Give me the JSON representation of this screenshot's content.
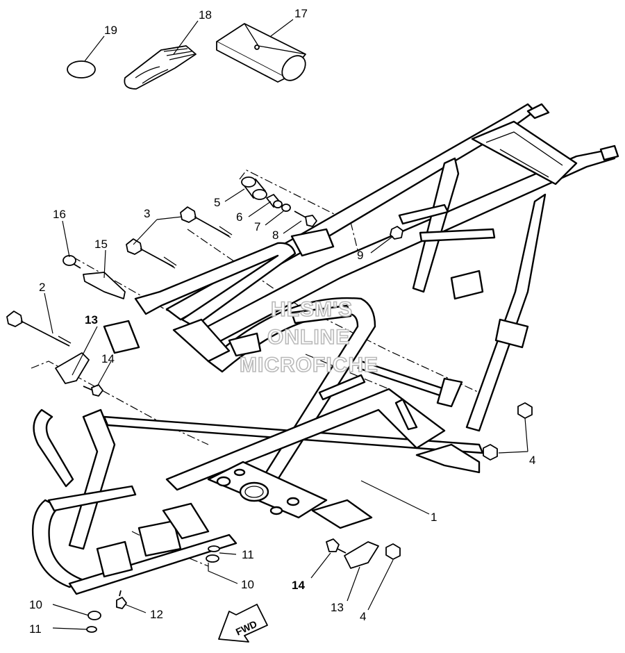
{
  "diagram": {
    "watermark": [
      "HLSM'S",
      "ONLINE",
      "MICROFICHE"
    ],
    "direction_marker": "FWD",
    "callouts": [
      {
        "id": "c1",
        "num": "1"
      },
      {
        "id": "c2",
        "num": "2"
      },
      {
        "id": "c3",
        "num": "3"
      },
      {
        "id": "c4a",
        "num": "4"
      },
      {
        "id": "c4b",
        "num": "4"
      },
      {
        "id": "c5",
        "num": "5"
      },
      {
        "id": "c6",
        "num": "6"
      },
      {
        "id": "c7",
        "num": "7"
      },
      {
        "id": "c8",
        "num": "8"
      },
      {
        "id": "c9",
        "num": "9"
      },
      {
        "id": "c10a",
        "num": "10"
      },
      {
        "id": "c10b",
        "num": "10"
      },
      {
        "id": "c11a",
        "num": "11"
      },
      {
        "id": "c11b",
        "num": "11"
      },
      {
        "id": "c12",
        "num": "12"
      },
      {
        "id": "c13a",
        "num": "13"
      },
      {
        "id": "c13b",
        "num": "13"
      },
      {
        "id": "c14a",
        "num": "14"
      },
      {
        "id": "c14b",
        "num": "14"
      },
      {
        "id": "c15",
        "num": "15"
      },
      {
        "id": "c16",
        "num": "16"
      },
      {
        "id": "c17",
        "num": "17"
      },
      {
        "id": "c18",
        "num": "18"
      },
      {
        "id": "c19",
        "num": "19"
      }
    ]
  }
}
